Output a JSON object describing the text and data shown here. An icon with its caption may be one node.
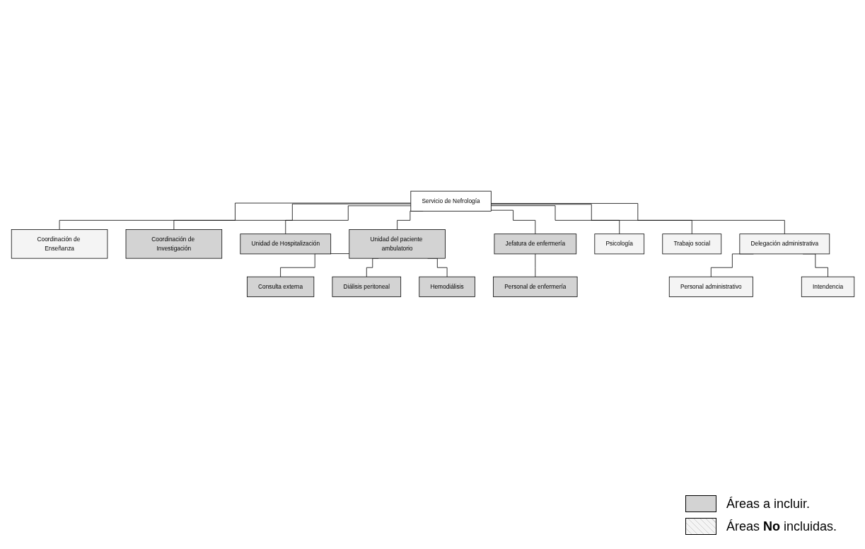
{
  "diagram": {
    "nodes": [
      {
        "text": [
          "Servicio de Nefrología"
        ]
      },
      {
        "text": [
          "Coordinación de Enseñanza"
        ]
      },
      {
        "text": [
          "Coordinación de Investigación"
        ]
      },
      {
        "text": [
          "Unidad de Hospitalización"
        ]
      },
      {
        "text": [
          "Unidad del paciente ambulatorio"
        ]
      },
      {
        "text": [
          "Consulta externa"
        ]
      },
      {
        "text": [
          "Diálisis peritoneal"
        ]
      },
      {
        "text": [
          "Hemodiálisis"
        ]
      },
      {
        "text": [
          "Jefatura de enfermería"
        ]
      },
      {
        "text": [
          "Personal de enfermería"
        ]
      },
      {
        "text": [
          "Psicología"
        ]
      },
      {
        "text": [
          "Trabajo social"
        ]
      },
      {
        "text": [
          "Delegación administrativa"
        ]
      },
      {
        "text": [
          "Personal administrativo"
        ]
      },
      {
        "text": [
          "Intendencia"
        ]
      }
    ],
    "edges": [
      {
        "from": 0,
        "to": 1,
        "arrow": "none"
      },
      {
        "from": 0,
        "to": 2,
        "arrow": "none"
      },
      {
        "from": 0,
        "to": 3,
        "arrow": "none"
      },
      {
        "from": 0,
        "to": 4,
        "arrow": "none"
      },
      {
        "from": 4,
        "to": 5,
        "arrow": "none"
      },
      {
        "from": 4,
        "to": 6,
        "arrow": "none"
      },
      {
        "from": 4,
        "to": 7,
        "arrow": "none"
      },
      {
        "from": 0,
        "to": 8,
        "arrow": "none"
      },
      {
        "from": 8,
        "to": 9,
        "arrow": "none"
      },
      {
        "from": 0,
        "to": 10,
        "arrow": "none"
      },
      {
        "from": 0,
        "to": 11,
        "arrow": "none"
      },
      {
        "from": 0,
        "to": 12,
        "arrow": "none"
      },
      {
        "from": 12,
        "to": 13,
        "arrow": "none"
      },
      {
        "from": 12,
        "to": 14,
        "arrow": "none"
      }
    ],
    "legend": [
      {
        "text": "Áreas a incluir.",
        "color": "#d3d3d3"
      },
      {
        "text": "Áreas **No** incluidas."
      }
    ]
  }
}
